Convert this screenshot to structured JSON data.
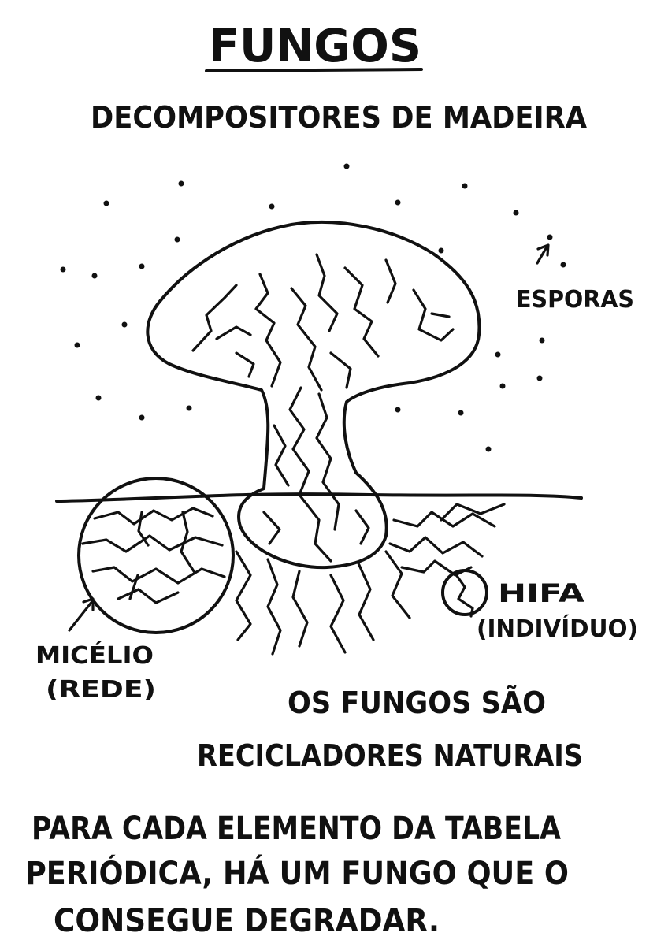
{
  "title": "FUNGOS",
  "subtitle": "DECOMPOSITORES DE MADEIRA",
  "labels": {
    "spores": "ESPORAS",
    "hypha_line1": "HIFA",
    "hypha_line2": "(INDIVÍDUO)",
    "mycelium_line1": "MICÉLIO",
    "mycelium_line2": "(REDE)"
  },
  "statement": {
    "line1": "OS FUNGOS SÃO",
    "line2": "RECICLADORES NATURAIS"
  },
  "fact": {
    "line1": "PARA CADA ELEMENTO DA TABELA",
    "line2": "PERIÓDICA, HÁ UM FUNGO QUE O",
    "line3": "CONSEGUE DEGRADAR."
  }
}
